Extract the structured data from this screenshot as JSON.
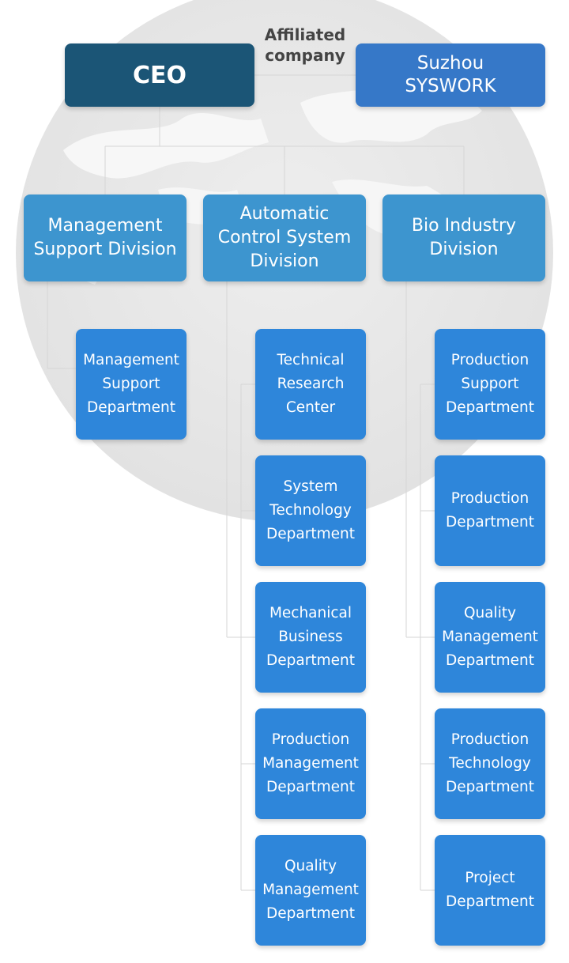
{
  "chart": {
    "ceo": "CEO",
    "affiliate_label": "Affiliated\ncompany",
    "affiliate": "Suzhou\nSYSWORK",
    "divisions": [
      {
        "label": "Management\nSupport Division",
        "departments": [
          "Management\nSupport\nDepartment"
        ]
      },
      {
        "label": "Automatic\nControl System\nDivision",
        "departments": [
          "Technical\nResearch\nCenter",
          "System\nTechnology\nDepartment",
          "Mechanical\nBusiness\nDepartment",
          "Production\nManagement\nDepartment",
          "Quality\nManagement\nDepartment"
        ]
      },
      {
        "label": "Bio Industry\nDivision",
        "departments": [
          "Production\nSupport\nDepartment",
          "Production\nDepartment",
          "Quality\nManagement\nDepartment",
          "Production\nTechnology\nDepartment",
          "Project\nDepartment"
        ]
      }
    ]
  },
  "colors": {
    "ceo": "#1b5576",
    "affiliate": "#3678c8",
    "division": "#3d95cf",
    "department": "#2e86da",
    "connector": "#d6d6d6"
  }
}
